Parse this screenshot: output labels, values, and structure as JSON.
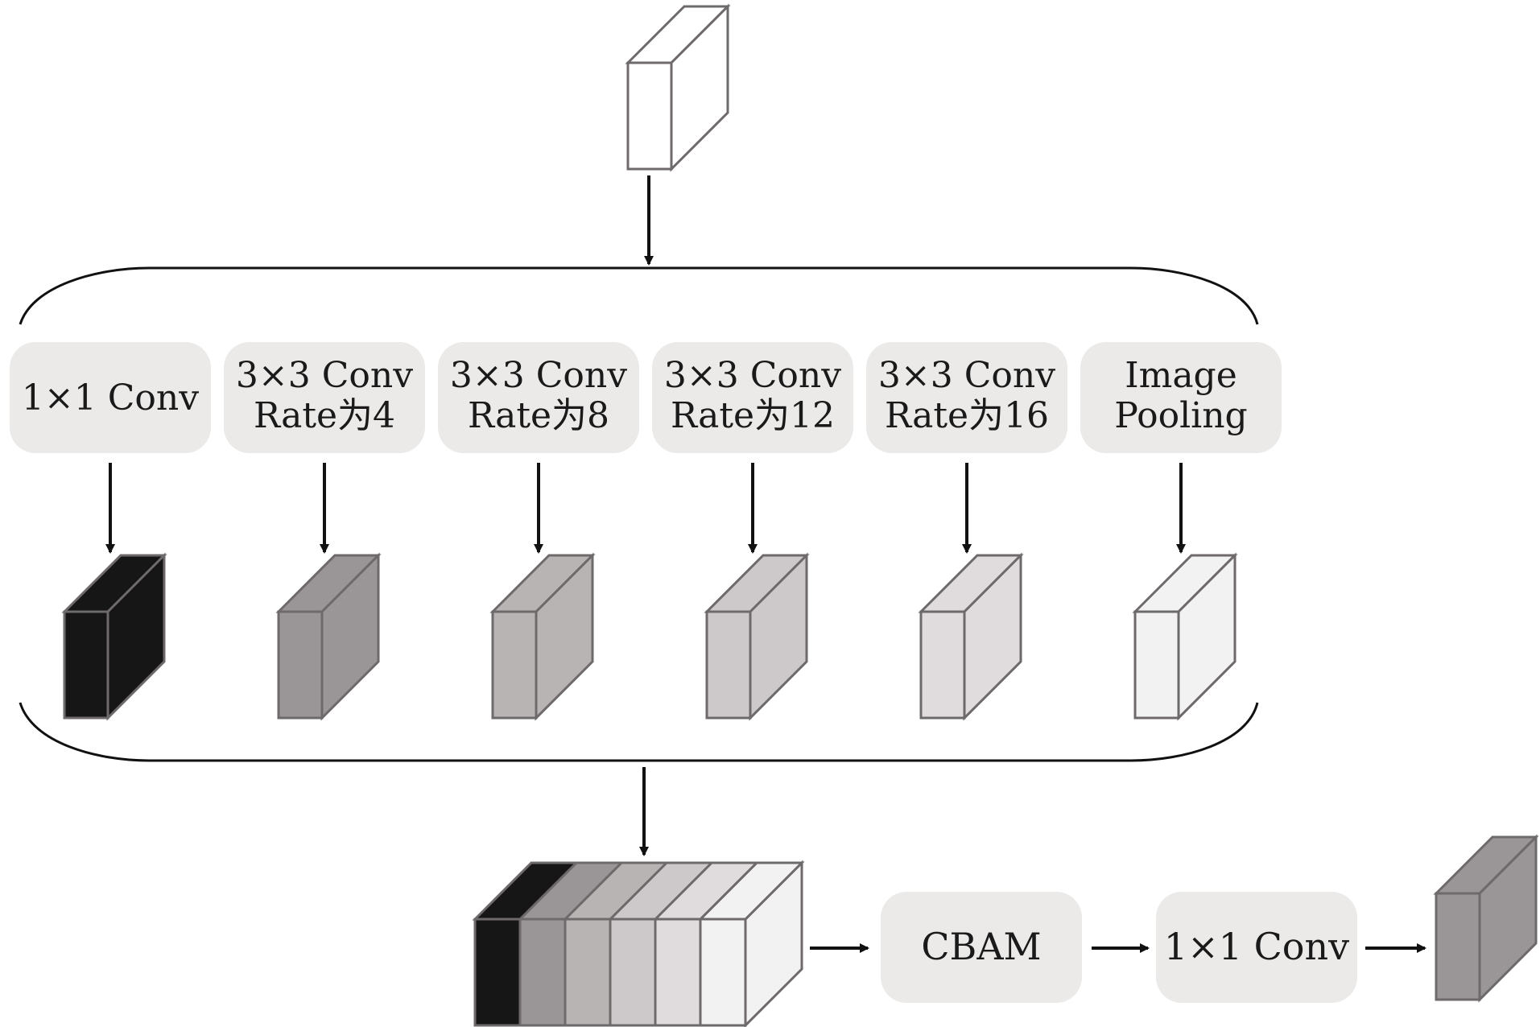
{
  "branches": [
    {
      "id": "conv1x1",
      "lines": [
        "1×1 Conv"
      ],
      "fill": "#161616",
      "side": "#161616"
    },
    {
      "id": "rate4",
      "lines": [
        "3×3 Conv",
        "Rate为4"
      ],
      "fill": "#9a9597",
      "side": "#9a9597"
    },
    {
      "id": "rate8",
      "lines": [
        "3×3 Conv",
        "Rate为8"
      ],
      "fill": "#b9b4b4",
      "side": "#b9b4b4"
    },
    {
      "id": "rate12",
      "lines": [
        "3×3 Conv",
        "Rate为12"
      ],
      "fill": "#cdc8c9",
      "side": "#cdc8c9"
    },
    {
      "id": "rate16",
      "lines": [
        "3×3 Conv",
        "Rate为16"
      ],
      "fill": "#e0dcdd",
      "side": "#e0dcdd"
    },
    {
      "id": "pooling",
      "lines": [
        "Image",
        "Pooling"
      ],
      "fill": "#f3f2f2",
      "side": "#f3f2f2"
    }
  ],
  "bottom_blocks": [
    {
      "id": "cbam",
      "label": "CBAM"
    },
    {
      "id": "conv-final",
      "label": "1×1 Conv"
    }
  ],
  "colors": {
    "box_bg": "#ebeae9",
    "stroke": "#6e6a6b",
    "input_fill": "#ffffff",
    "output_fill": "#9a9597",
    "arrow": "#111111"
  }
}
